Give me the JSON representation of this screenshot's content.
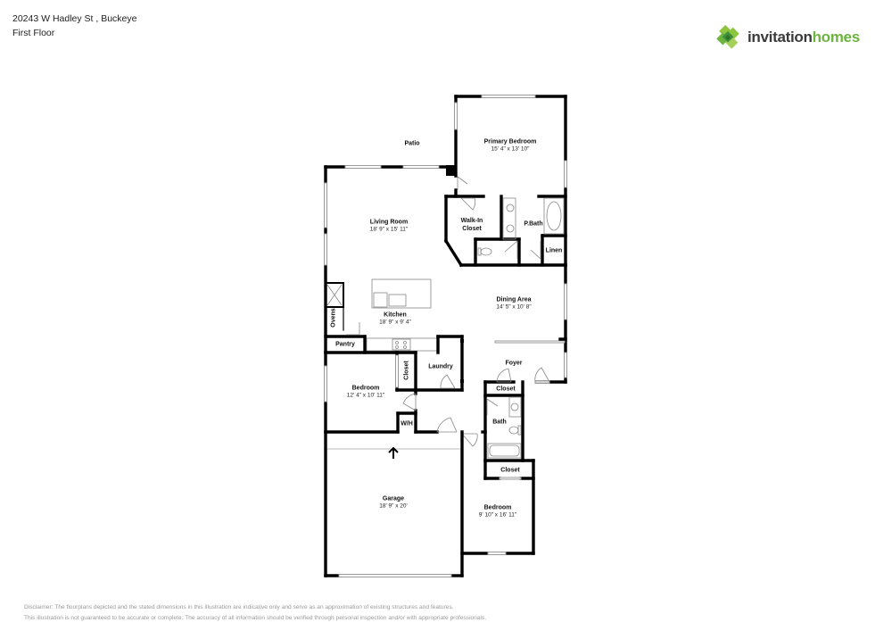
{
  "header": {
    "address": "20243 W Hadley St , Buckeye",
    "floor": "First Floor"
  },
  "logo": {
    "word1": "invitation",
    "word2": "homes",
    "colors": {
      "dark_green": "#3f8f3a",
      "light_green": "#8cc63f",
      "text_dark": "#3a3a3a",
      "text_green": "#6cb33f"
    }
  },
  "rooms": {
    "patio": {
      "name": "Patio"
    },
    "primary_bedroom": {
      "name": "Primary Bedroom",
      "dims": "15' 4\" x 13' 10\""
    },
    "walk_in_closet": {
      "name": "Walk-In Closet"
    },
    "p_bath": {
      "name": "P.Bath"
    },
    "linen": {
      "name": "Linen"
    },
    "living_room": {
      "name": "Living Room",
      "dims": "18' 9\" x 15' 11\""
    },
    "ovens": {
      "name": "Ovens"
    },
    "kitchen": {
      "name": "Kitchen",
      "dims": "18' 9\" x 9' 4\""
    },
    "pantry": {
      "name": "Pantry"
    },
    "dining_area": {
      "name": "Dining Area",
      "dims": "14' 5\" x 10' 8\""
    },
    "foyer": {
      "name": "Foyer"
    },
    "laundry": {
      "name": "Laundry"
    },
    "bedroom_closet": {
      "name": "Closet"
    },
    "bedroom_1": {
      "name": "Bedroom",
      "dims": "12' 4\" x 10' 11\""
    },
    "wh": {
      "name": "W/H"
    },
    "foyer_closet": {
      "name": "Closet"
    },
    "bath": {
      "name": "Bath"
    },
    "bedroom_2_closet": {
      "name": "Closet"
    },
    "garage": {
      "name": "Garage",
      "dims": "18' 9\" x 20'"
    },
    "bedroom_2": {
      "name": "Bedroom",
      "dims": "9' 10\" x 16' 11\""
    }
  },
  "disclaimer": {
    "line1": "Disclaimer: The floorplans depicted and the stated dimensions in this illustration are indicative only and serve as an approximation of existing structures and features.",
    "line2": "This illustration is not guaranteed to be accurate or complete. The accuracy of all information should be verified through personal inspection and/or with appropriate professionals."
  }
}
